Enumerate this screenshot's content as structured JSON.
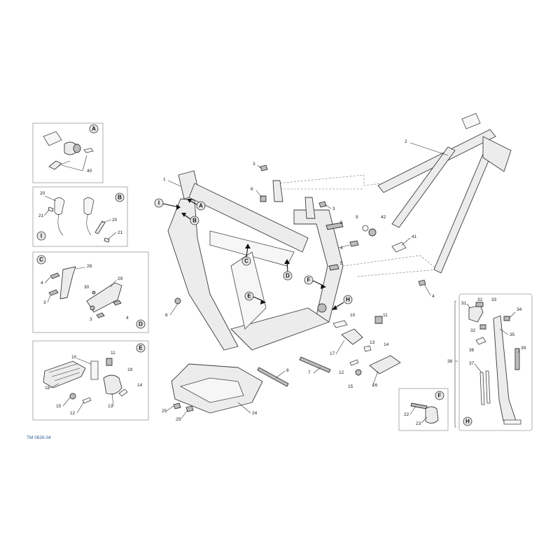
{
  "drawing_code": "TM 0626.04",
  "callouts": {
    "A": "A",
    "B": "B",
    "C": "C",
    "D": "D",
    "E": "E",
    "F": "F",
    "H": "H",
    "I": "I"
  },
  "part_numbers": {
    "p1": "1",
    "p2": "2",
    "p3": "3",
    "p4": "4",
    "p5": "5",
    "p6": "6",
    "p7": "7",
    "p8": "8",
    "p9": "9",
    "p10": "10",
    "p11": "11",
    "p12": "12",
    "p13": "13",
    "p14": "14",
    "p15": "15",
    "p16": "16",
    "p17": "17",
    "p18": "18",
    "p19": "19",
    "p20": "20",
    "p21": "21",
    "p22": "22",
    "p23": "23",
    "p24": "24",
    "p25": "25",
    "p28": "28",
    "p29": "29",
    "p30": "30",
    "p31": "31",
    "p32": "32",
    "p33": "33",
    "p34": "34",
    "p35": "35",
    "p36": "36",
    "p37": "37",
    "p38": "38",
    "p39": "39",
    "p40": "40",
    "p41": "41",
    "p42": "42"
  }
}
